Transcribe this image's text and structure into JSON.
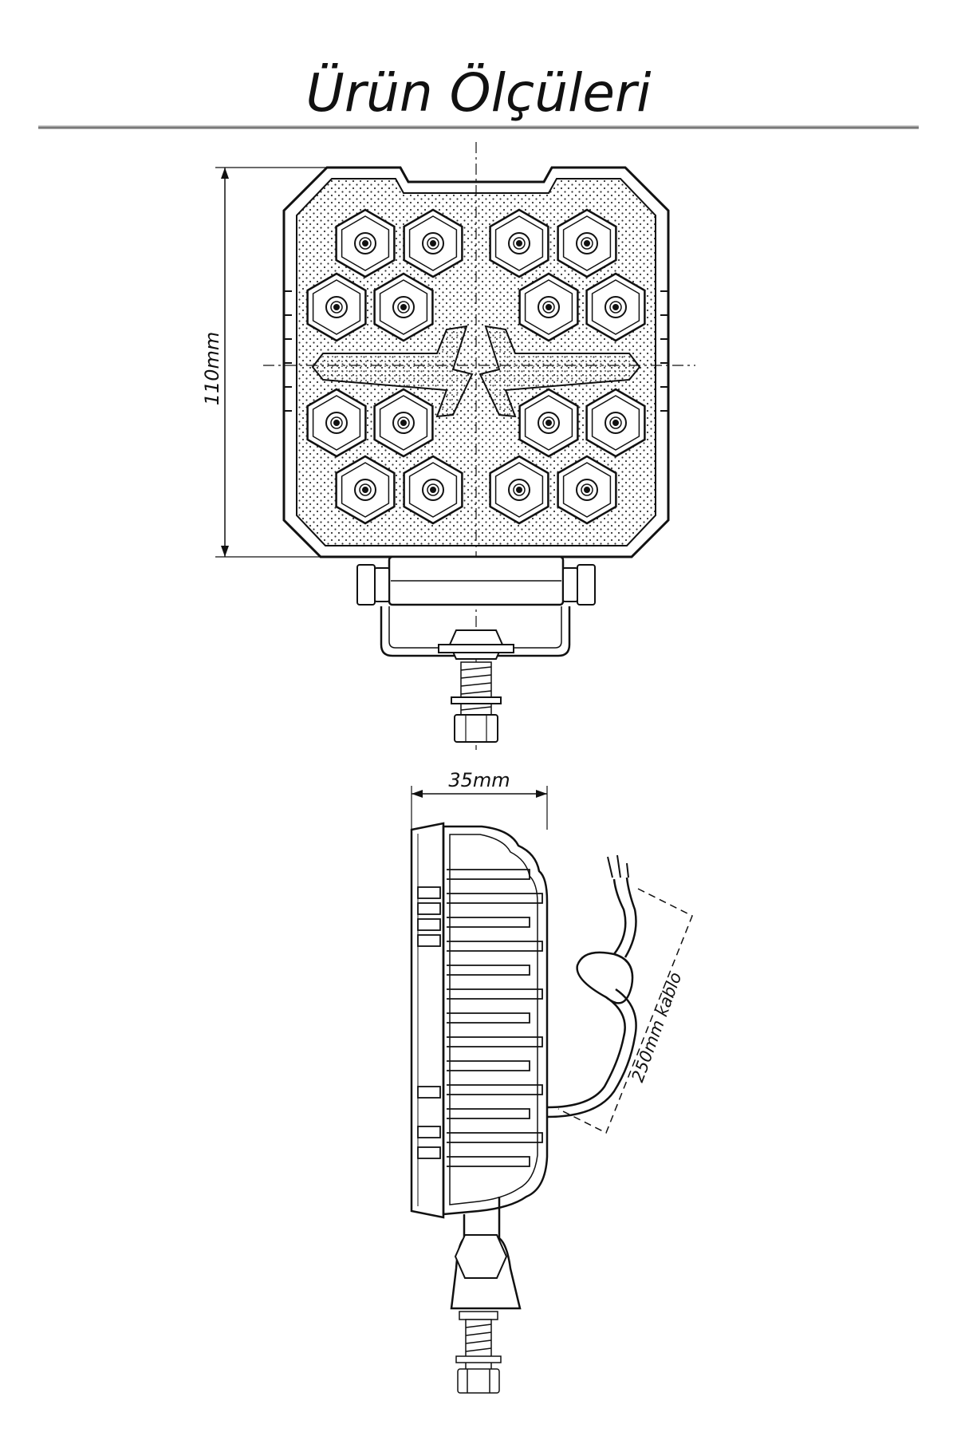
{
  "title": "Ürün Ölçüleri",
  "dimensions": {
    "height_label": "110mm",
    "depth_label": "35mm",
    "cable_label": "250mm kablo"
  },
  "views": [
    {
      "name": "front view",
      "led_count": 16
    },
    {
      "name": "side view"
    }
  ]
}
